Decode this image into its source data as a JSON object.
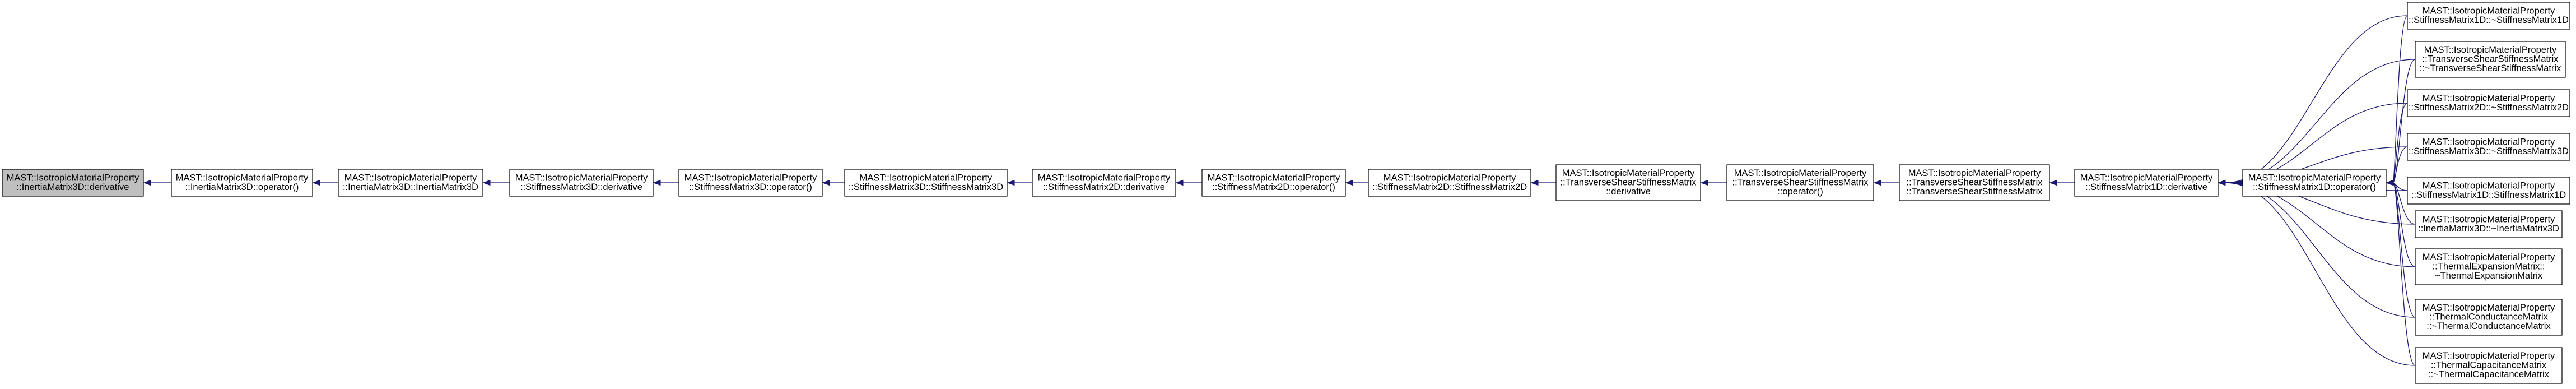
{
  "graph": {
    "nodes": [
      {
        "id": "inertia3d_derivative",
        "root": true,
        "lines": [
          "MAST::IsotropicMaterialProperty",
          "::InertiaMatrix3D::derivative"
        ]
      },
      {
        "id": "inertia3d_operator",
        "lines": [
          "MAST::IsotropicMaterialProperty",
          "::InertiaMatrix3D::operator()"
        ]
      },
      {
        "id": "inertia3d_ctor",
        "lines": [
          "MAST::IsotropicMaterialProperty",
          "::InertiaMatrix3D::InertiaMatrix3D"
        ]
      },
      {
        "id": "stiffness3d_derivative",
        "lines": [
          "MAST::IsotropicMaterialProperty",
          "::StiffnessMatrix3D::derivative"
        ]
      },
      {
        "id": "stiffness3d_operator",
        "lines": [
          "MAST::IsotropicMaterialProperty",
          "::StiffnessMatrix3D::operator()"
        ]
      },
      {
        "id": "stiffness3d_ctor",
        "lines": [
          "MAST::IsotropicMaterialProperty",
          "::StiffnessMatrix3D::StiffnessMatrix3D"
        ]
      },
      {
        "id": "stiffness2d_derivative",
        "lines": [
          "MAST::IsotropicMaterialProperty",
          "::StiffnessMatrix2D::derivative"
        ]
      },
      {
        "id": "stiffness2d_operator",
        "lines": [
          "MAST::IsotropicMaterialProperty",
          "::StiffnessMatrix2D::operator()"
        ]
      },
      {
        "id": "stiffness2d_ctor",
        "lines": [
          "MAST::IsotropicMaterialProperty",
          "::StiffnessMatrix2D::StiffnessMatrix2D"
        ]
      },
      {
        "id": "tshear_derivative",
        "lines": [
          "MAST::IsotropicMaterialProperty",
          "::TransverseShearStiffnessMatrix",
          "::derivative"
        ]
      },
      {
        "id": "tshear_operator",
        "lines": [
          "MAST::IsotropicMaterialProperty",
          "::TransverseShearStiffnessMatrix",
          "::operator()"
        ]
      },
      {
        "id": "tshear_ctor",
        "lines": [
          "MAST::IsotropicMaterialProperty",
          "::TransverseShearStiffnessMatrix",
          "::TransverseShearStiffnessMatrix"
        ]
      },
      {
        "id": "stiffness1d_derivative",
        "lines": [
          "MAST::IsotropicMaterialProperty",
          "::StiffnessMatrix1D::derivative"
        ]
      },
      {
        "id": "stiffness1d_operator",
        "lines": [
          "MAST::IsotropicMaterialProperty",
          "::StiffnessMatrix1D::operator()"
        ]
      },
      {
        "id": "stiffness1d_dtor",
        "lines": [
          "MAST::IsotropicMaterialProperty",
          "::StiffnessMatrix1D::~StiffnessMatrix1D"
        ]
      },
      {
        "id": "tshear_dtor",
        "lines": [
          "MAST::IsotropicMaterialProperty",
          "::TransverseShearStiffnessMatrix",
          "::~TransverseShearStiffnessMatrix"
        ]
      },
      {
        "id": "stiffness2d_dtor",
        "lines": [
          "MAST::IsotropicMaterialProperty",
          "::StiffnessMatrix2D::~StiffnessMatrix2D"
        ]
      },
      {
        "id": "stiffness3d_dtor",
        "lines": [
          "MAST::IsotropicMaterialProperty",
          "::StiffnessMatrix3D::~StiffnessMatrix3D"
        ]
      },
      {
        "id": "stiffness1d_ctor",
        "lines": [
          "MAST::IsotropicMaterialProperty",
          "::StiffnessMatrix1D::StiffnessMatrix1D"
        ]
      },
      {
        "id": "inertia3d_dtor",
        "lines": [
          "MAST::IsotropicMaterialProperty",
          "::InertiaMatrix3D::~InertiaMatrix3D"
        ]
      },
      {
        "id": "thermalexp_dtor",
        "lines": [
          "MAST::IsotropicMaterialProperty",
          "::ThermalExpansionMatrix::",
          "~ThermalExpansionMatrix"
        ]
      },
      {
        "id": "thermalcond_dtor",
        "lines": [
          "MAST::IsotropicMaterialProperty",
          "::ThermalConductanceMatrix",
          "::~ThermalConductanceMatrix"
        ]
      },
      {
        "id": "thermalcap_dtor",
        "lines": [
          "MAST::IsotropicMaterialProperty",
          "::ThermalCapacitanceMatrix",
          "::~ThermalCapacitanceMatrix"
        ]
      }
    ],
    "edges": [
      {
        "from": "inertia3d_operator",
        "to": "inertia3d_derivative"
      },
      {
        "from": "inertia3d_ctor",
        "to": "inertia3d_operator"
      },
      {
        "from": "stiffness3d_derivative",
        "to": "inertia3d_ctor"
      },
      {
        "from": "stiffness3d_operator",
        "to": "stiffness3d_derivative"
      },
      {
        "from": "stiffness3d_ctor",
        "to": "stiffness3d_operator"
      },
      {
        "from": "stiffness2d_derivative",
        "to": "stiffness3d_ctor"
      },
      {
        "from": "stiffness2d_operator",
        "to": "stiffness2d_derivative"
      },
      {
        "from": "stiffness2d_ctor",
        "to": "stiffness2d_operator"
      },
      {
        "from": "tshear_derivative",
        "to": "stiffness2d_ctor"
      },
      {
        "from": "tshear_operator",
        "to": "tshear_derivative"
      },
      {
        "from": "tshear_ctor",
        "to": "tshear_operator"
      },
      {
        "from": "stiffness1d_derivative",
        "to": "tshear_ctor"
      },
      {
        "from": "stiffness1d_operator",
        "to": "stiffness1d_derivative"
      },
      {
        "from": "stiffness1d_dtor",
        "to": "stiffness1d_derivative"
      },
      {
        "from": "tshear_dtor",
        "to": "stiffness1d_derivative"
      },
      {
        "from": "stiffness2d_dtor",
        "to": "stiffness1d_derivative"
      },
      {
        "from": "stiffness3d_dtor",
        "to": "stiffness1d_derivative"
      },
      {
        "from": "stiffness1d_ctor",
        "to": "stiffness1d_derivative"
      },
      {
        "from": "inertia3d_dtor",
        "to": "stiffness1d_derivative"
      },
      {
        "from": "thermalexp_dtor",
        "to": "stiffness1d_derivative"
      },
      {
        "from": "thermalcond_dtor",
        "to": "stiffness1d_derivative"
      },
      {
        "from": "thermalcap_dtor",
        "to": "stiffness1d_derivative"
      },
      {
        "from": "stiffness1d_dtor",
        "to": "stiffness1d_operator"
      },
      {
        "from": "tshear_dtor",
        "to": "stiffness1d_operator"
      },
      {
        "from": "stiffness2d_dtor",
        "to": "stiffness1d_operator"
      },
      {
        "from": "stiffness3d_dtor",
        "to": "stiffness1d_operator"
      },
      {
        "from": "stiffness1d_ctor",
        "to": "stiffness1d_operator"
      },
      {
        "from": "inertia3d_dtor",
        "to": "stiffness1d_operator"
      },
      {
        "from": "thermalexp_dtor",
        "to": "stiffness1d_operator"
      },
      {
        "from": "thermalcond_dtor",
        "to": "stiffness1d_operator"
      },
      {
        "from": "thermalcap_dtor",
        "to": "stiffness1d_operator"
      }
    ]
  }
}
